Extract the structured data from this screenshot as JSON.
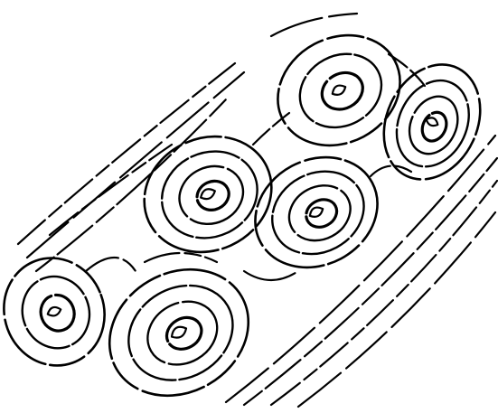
{
  "image": {
    "background": "#ffffff",
    "ink": "#000000",
    "cells": [
      {
        "id": "top-center",
        "rings": 3
      },
      {
        "id": "top-right",
        "rings": 4
      },
      {
        "id": "middle-left",
        "rings": 4
      },
      {
        "id": "middle-center",
        "rings": 4
      },
      {
        "id": "bottom-left",
        "rings": 3
      },
      {
        "id": "bottom-center",
        "rings": 4
      }
    ]
  }
}
